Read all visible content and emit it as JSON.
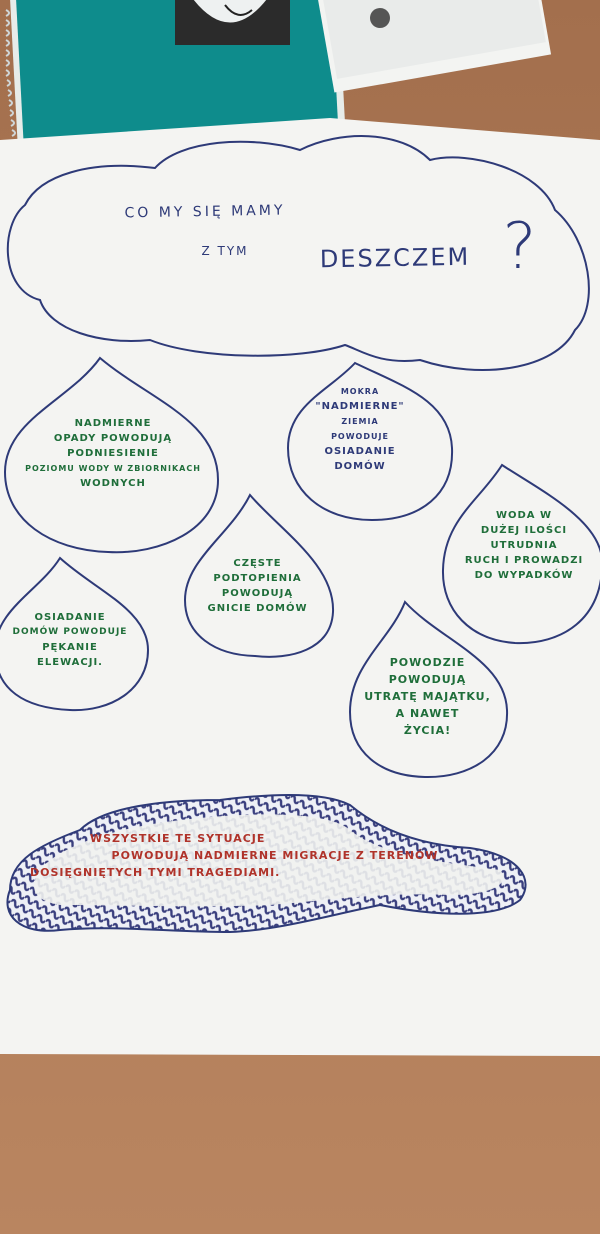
{
  "title": {
    "line1": "CO MY SIĘ MAMY",
    "line2": "Z TYM",
    "line3": "DESZCZEM",
    "mark": "?"
  },
  "drops": {
    "d1": {
      "lines": [
        "NADMIERNE",
        "OPADY POWODUJĄ",
        "PODNIESIENIE",
        "POZIOMU WODY W ZBIORNIKACH",
        "WODNYCH"
      ]
    },
    "d2": {
      "lines": [
        "MOKRA",
        "\"NADMIERNE\"",
        "ZIEMIA",
        "POWODUJE",
        "OSIADANIE",
        "DOMÓW"
      ]
    },
    "d3": {
      "lines": [
        "CZĘSTE",
        "PODTOPIENIA",
        "POWODUJĄ",
        "GNICIE DOMÓW"
      ]
    },
    "d4": {
      "lines": [
        "WODA W",
        "DUŻEJ ILOŚCI",
        "UTRUDNIA",
        "RUCH I PROWADZI",
        "DO WYPADKÓW"
      ]
    },
    "d5": {
      "lines": [
        "OSIADANIE",
        "DOMÓW POWODUJE",
        "PĘKANIE",
        "ELEWACJI."
      ]
    },
    "d6": {
      "lines": [
        "POWODZIE",
        "POWODUJĄ",
        "UTRATĘ MAJĄTKU,",
        "A NAWET",
        "ŻYCIA!"
      ]
    }
  },
  "conclusion": {
    "lines": [
      "WSZYSTKIE TE SYTUACJE",
      "POWODUJĄ NADMIERNE MIGRACJE Z TERENÓW",
      "DOSIĘGNIĘTYCH TYMI TRAGEDIAMI."
    ]
  },
  "colors": {
    "table": "#b07a56",
    "paper": "#f4f4f2",
    "marker_blue": "#2e3a78",
    "marker_green": "#1f6e3a",
    "marker_red": "#b0332a",
    "notebook_teal": "#0e8c8c"
  }
}
